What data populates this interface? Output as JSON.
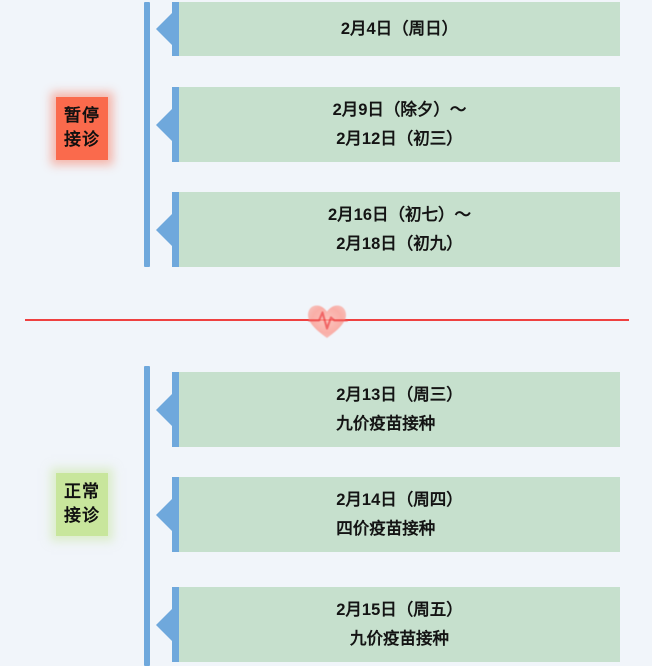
{
  "colors": {
    "background": "#f1f5fa",
    "rail_blue": "#6fa8dc",
    "card_green": "#c6e0cd",
    "badge_red": "#fa6a4c",
    "badge_green": "#c8e69c",
    "divider_red": "#ef4040",
    "text": "#141414"
  },
  "sections": [
    {
      "id": "pause",
      "badge": {
        "line1": "暂停",
        "line2": "接诊"
      },
      "items": [
        {
          "rows": [
            "2月4日（周日）"
          ],
          "align": "center"
        },
        {
          "rows": [
            "2月9日（除夕）～",
            "2月12日（初三）"
          ],
          "align": "center"
        },
        {
          "rows": [
            "2月16日（初七）～",
            "2月18日（初九）"
          ],
          "align": "center"
        }
      ]
    },
    {
      "id": "normal",
      "badge": {
        "line1": "正常",
        "line2": "接诊"
      },
      "items": [
        {
          "rows": [
            "2月13日（周三）",
            "九价疫苗接种"
          ],
          "align": "left"
        },
        {
          "rows": [
            "2月14日（周四）",
            "四价疫苗接种"
          ],
          "align": "left"
        },
        {
          "rows": [
            "2月15日（周五）",
            "九价疫苗接种"
          ],
          "align": "center"
        }
      ]
    }
  ],
  "divider": {
    "icon": "heart-pulse-icon"
  }
}
